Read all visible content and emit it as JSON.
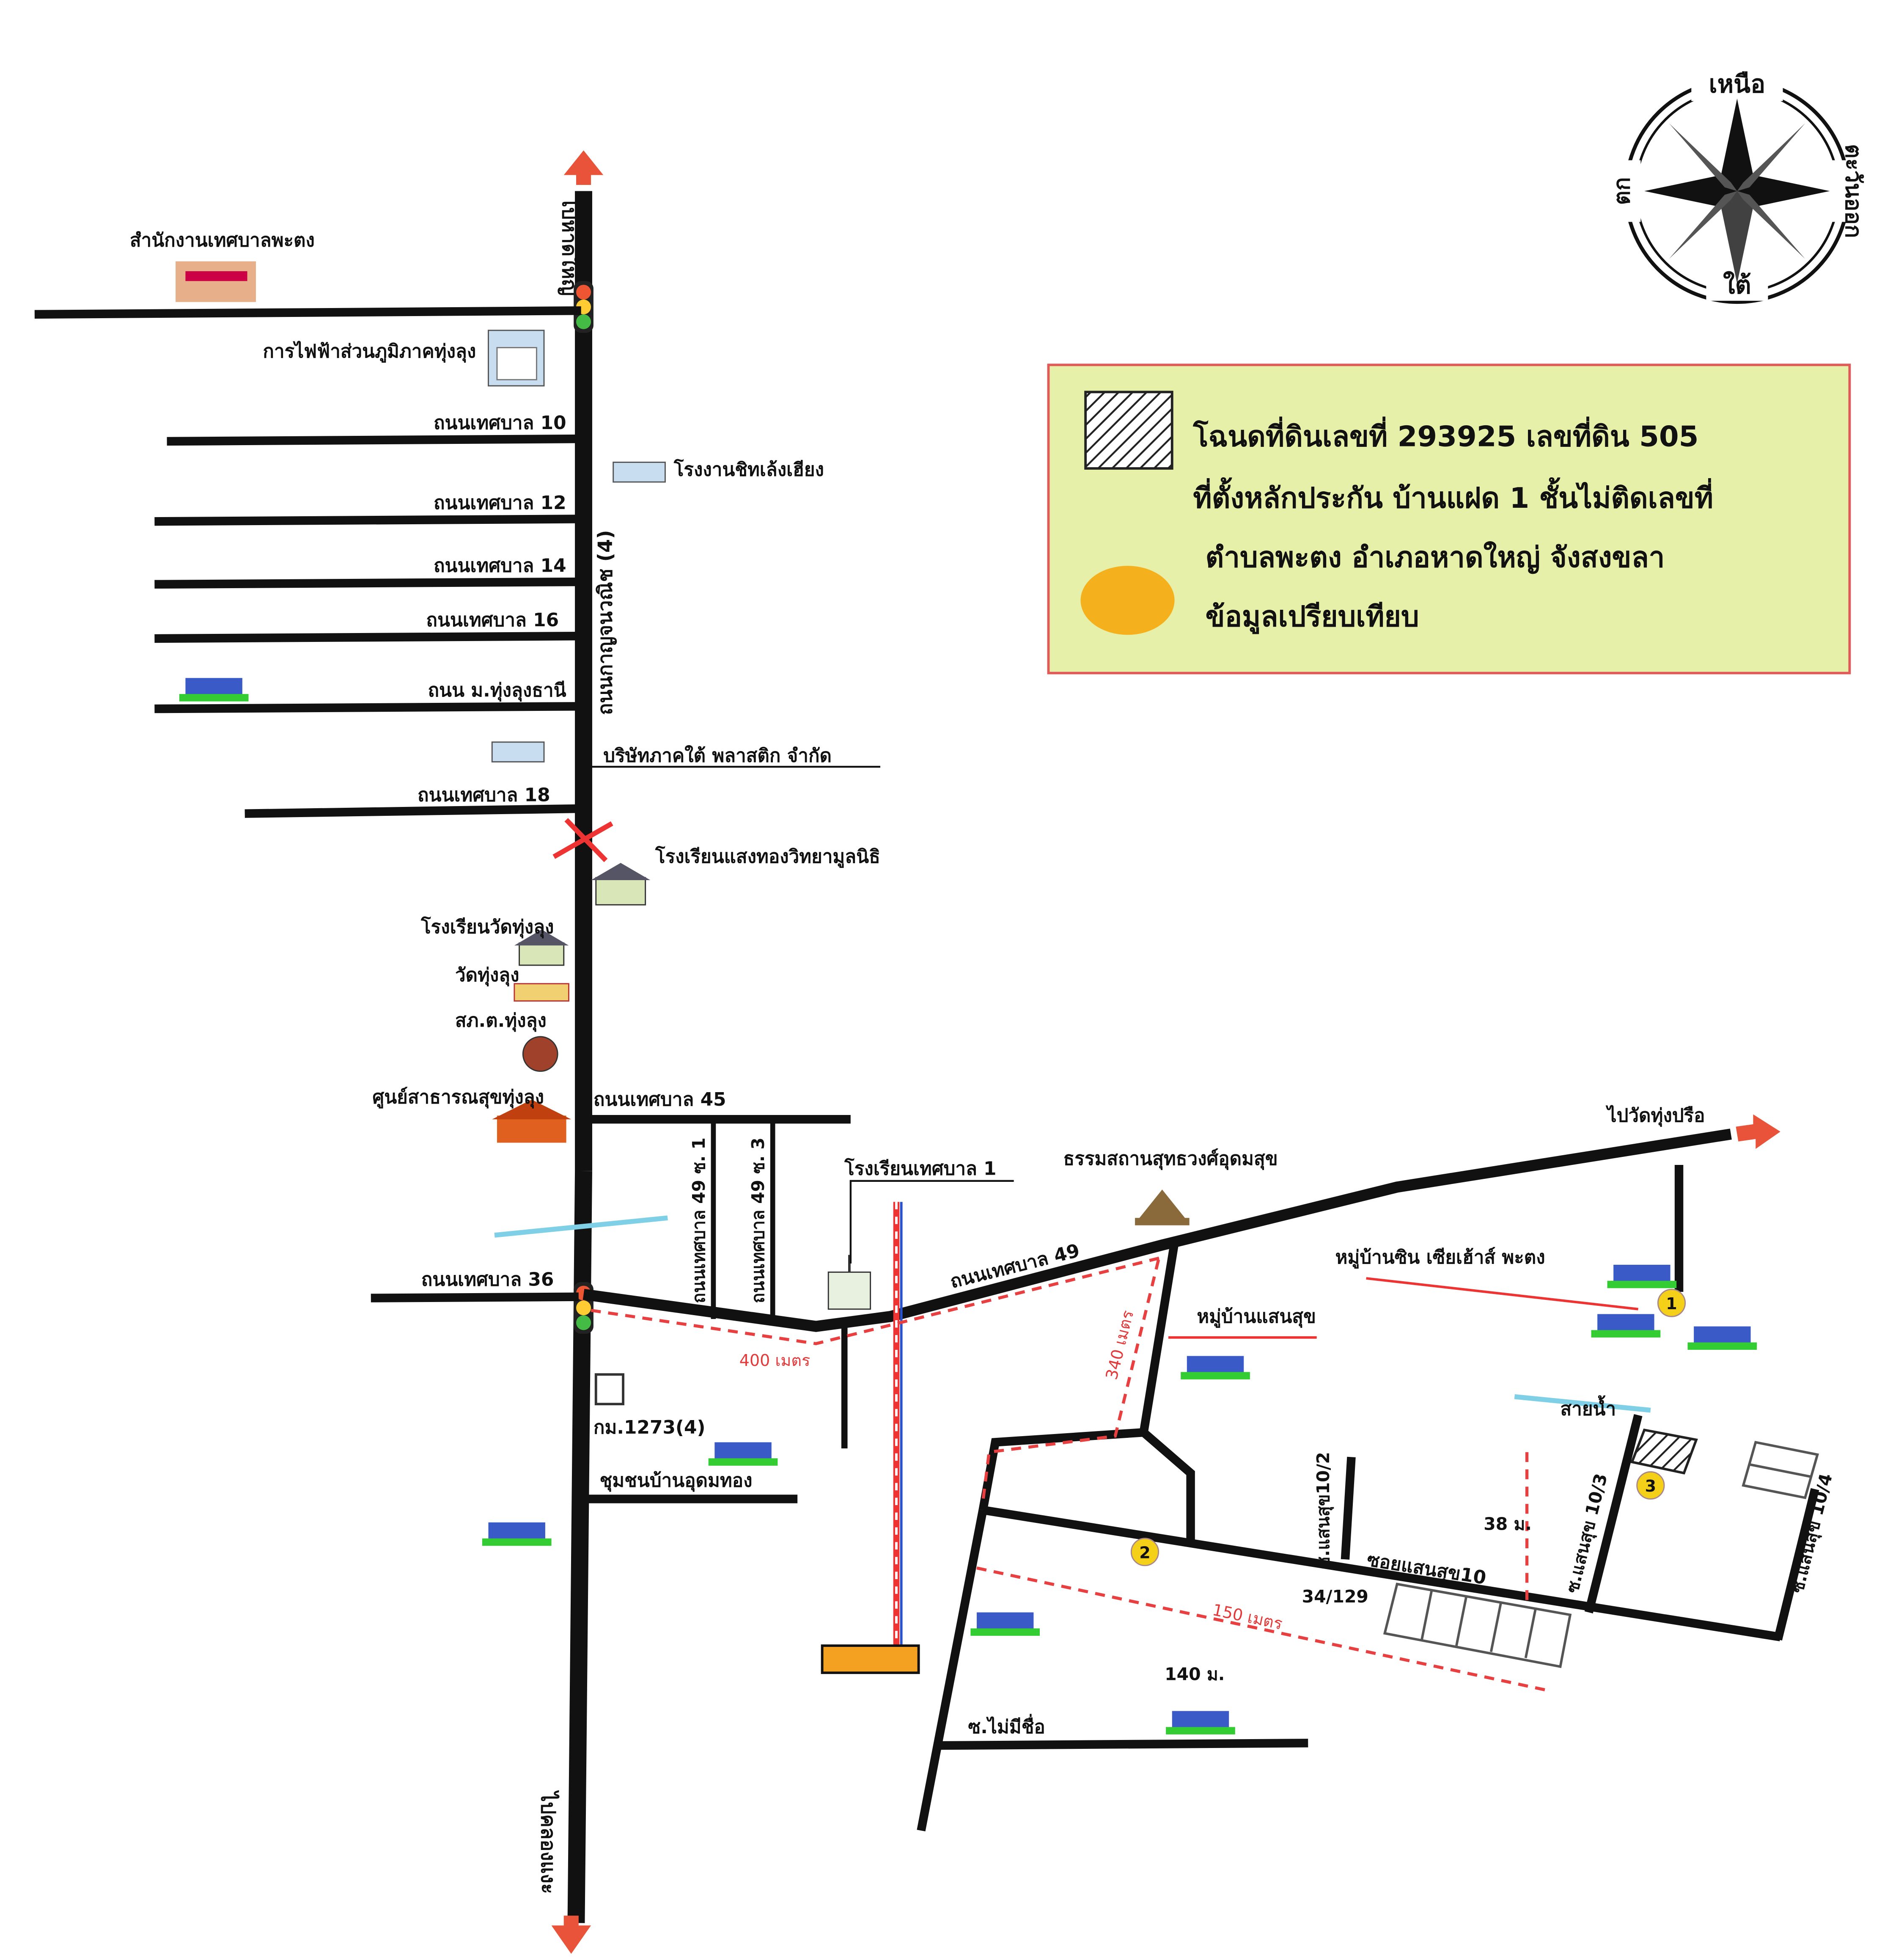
{
  "compass": {
    "north": "เหนือ",
    "south": "ใต้",
    "east": "ตะวันออก",
    "west": "ตก"
  },
  "legend": {
    "line1": "โฉนดที่ดินเลขที่ 293925 เลขที่ดิน 505",
    "line2": "ที่ตั้งหลักประกัน บ้านแฝด 1 ชั้นไม่ติดเลขที่",
    "line3": "ตำบลพะตง อำเภอหาดใหญ่ จังสงขลา",
    "line4": "ข้อมูลเปรียบเทียบ",
    "hatch_color": "#222222",
    "dot_color": "#f5b01d",
    "background": "#e6f0a8",
    "border": "#e05a5a"
  },
  "directions": {
    "north": "ไปหาดใหญ่",
    "south": "ไปคลองแงะ",
    "east": "ไปวัดทุ่งปรือ"
  },
  "roads": {
    "main_road": "ถนนกาญจนวณิช (4)",
    "r10": "ถนนเทศบาล 10",
    "r12": "ถนนเทศบาล 12",
    "r14": "ถนนเทศบาล 14",
    "r16": "ถนนเทศบาล 16",
    "r_thungsung": "ถนน ม.ทุ่งลุงธานี",
    "r18": "ถนนเทศบาล 18",
    "r45": "ถนนเทศบาล 45",
    "r49_1": "ถนนเทศบาล 49 ซ. 1",
    "r49_3": "ถนนเทศบาล 49 ซ. 3",
    "r36": "ถนนเทศบาล 36",
    "r49": "ถนนเทศบาล 49",
    "km": "กม.1273(4)",
    "soi_10_2": "ซ.แสนสุข10/2",
    "soi_10_3": "ซ.แสนสุข 10/3",
    "soi_10_4": "ซ.แสนสุข 10/4",
    "soi_10": "ซอยแสนสุข10",
    "soi_noname": "ซ.ไม่มีชื่อ",
    "canal": "สายน้ำ"
  },
  "places": {
    "municipal_office": "สำนักงานเทศบาลพะตง",
    "electric": "การไฟฟ้าส่วนภูมิภาคทุ่งลุง",
    "factory": "โรงงานชิทเล้งเฮียง",
    "company": "บริษัทภาคใต้ พลาสติก จำกัด",
    "school_saengthong": "โรงเรียนแสงทองวิทยามูลนิธิ",
    "school_wat": "โรงเรียนวัดทุ่งลุง",
    "temple": "วัดทุ่งลุง",
    "police": "สภ.ต.ทุ่งลุง",
    "health": "ศูนย์สาธารณสุขทุ่งลุง",
    "school_1": "โรงเรียนเทศบาล 1",
    "shrine": "ธรรมสถานสุทธวงศ์อุดมสุข",
    "village_sin": "หมู่บ้านซิน เซียเฮ้าส์ พะตง",
    "village_saensuk": "หมู่บ้านแสนสุข",
    "community": "ชุมชนบ้านอุดมทอง"
  },
  "distances": {
    "d400": "400 เมตร",
    "d340": "340 เมตร",
    "d150": "150 เมตร",
    "d140": "140 ม.",
    "d38": "38 ม.",
    "house_no": "34/129"
  },
  "markers": {
    "m1": "1",
    "m2": "2",
    "m3": "3"
  }
}
